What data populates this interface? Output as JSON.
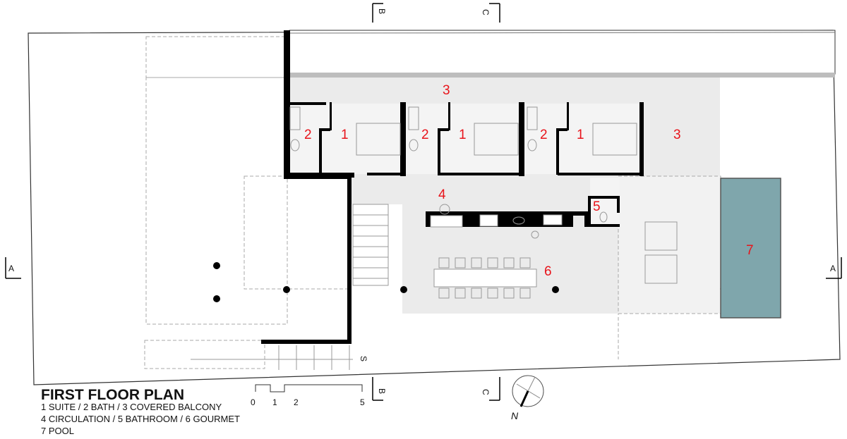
{
  "title": "FIRST FLOOR PLAN",
  "legend": [
    "1 SUITE / 2 BATH / 3 COVERED BALCONY",
    "4 CIRCULATION / 5 BATHROOM / 6 GOURMET",
    "7 POOL"
  ],
  "room_labels": {
    "balcony_top": "3",
    "bath_a": "2",
    "suite_a": "1",
    "bath_b": "2",
    "suite_b": "1",
    "bath_c": "2",
    "suite_c": "1",
    "balcony_right": "3",
    "circulation": "4",
    "bathroom": "5",
    "gourmet": "6",
    "pool": "7"
  },
  "scale_bar": [
    "0",
    "1",
    "2",
    "5"
  ],
  "section_markers": {
    "a": "A",
    "b": "B",
    "c": "C"
  },
  "stair_label": "S",
  "north_label": "N",
  "colors": {
    "room_numbers": "#e8141b",
    "pool": "#7fa6ac",
    "floor_fill": "#ebebeb"
  }
}
